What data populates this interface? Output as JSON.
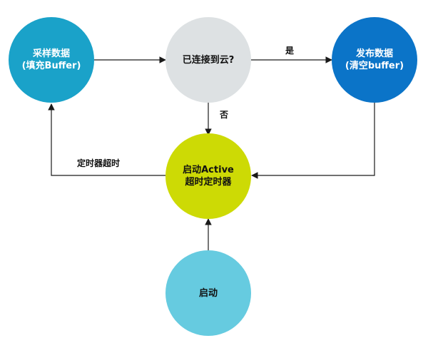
{
  "nodes": {
    "sample": {
      "line1": "采样数据",
      "line2": "(填充Buffer)",
      "fill": "#1aa2c9",
      "text_color": "#ffffff"
    },
    "connected": {
      "line1": "已连接到云?",
      "fill": "#dde1e3",
      "text_color": "#111111"
    },
    "publish": {
      "line1": "发布数据",
      "line2": "(清空buffer)",
      "fill": "#0b74c8",
      "text_color": "#ffffff"
    },
    "timer": {
      "line1": "启动Active",
      "line2": "超时定时器",
      "fill": "#cdda05",
      "text_color": "#111111"
    },
    "start": {
      "line1": "启动",
      "fill": "#66cbe0",
      "text_color": "#111111"
    }
  },
  "edge_labels": {
    "yes": "是",
    "no": "否",
    "timeout": "定时器超时"
  },
  "line_color": "#1a1a1a"
}
